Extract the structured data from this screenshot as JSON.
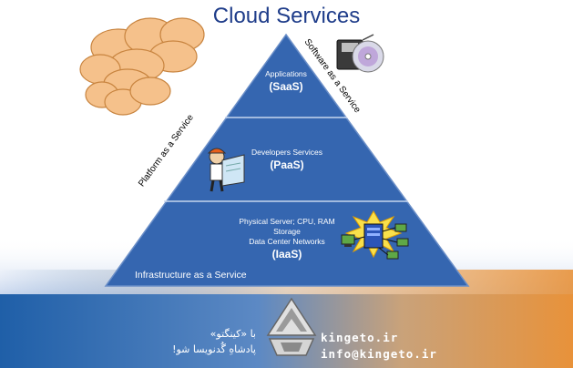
{
  "title": "Cloud Services",
  "layers": {
    "saas": {
      "lines": [
        "Applications"
      ],
      "name": "(SaaS)"
    },
    "paas": {
      "lines": [
        "Developers Services"
      ],
      "name": "(PaaS)"
    },
    "iaas": {
      "lines": [
        "Physical Server; CPU, RAM",
        "Storage",
        "Data Center Networks"
      ],
      "name": "(IaaS)"
    }
  },
  "side_labels": {
    "software": "Software as a Service",
    "platform": "Platform as a Service",
    "infrastructure": "Infrastructure as a Service"
  },
  "footer": {
    "fa_line1": "با «کینگتو»",
    "fa_line2": "پادشاهِ گُدنویسا شو!",
    "site": "kingeto.ir",
    "email": "info@kingeto.ir"
  },
  "colors": {
    "title": "#1f3d8a",
    "pyramid": "#3566b0",
    "pyramid_edge": "#6b8fc8",
    "cloud_fill": "#f5c18b",
    "cloud_stroke": "#c8843f",
    "footer_left": "#1f5fa8",
    "footer_right": "#e8923a"
  },
  "icons": [
    "cloud-icon",
    "software-disc-icon",
    "developer-person-icon",
    "server-network-icon",
    "kingeto-logo-icon"
  ]
}
